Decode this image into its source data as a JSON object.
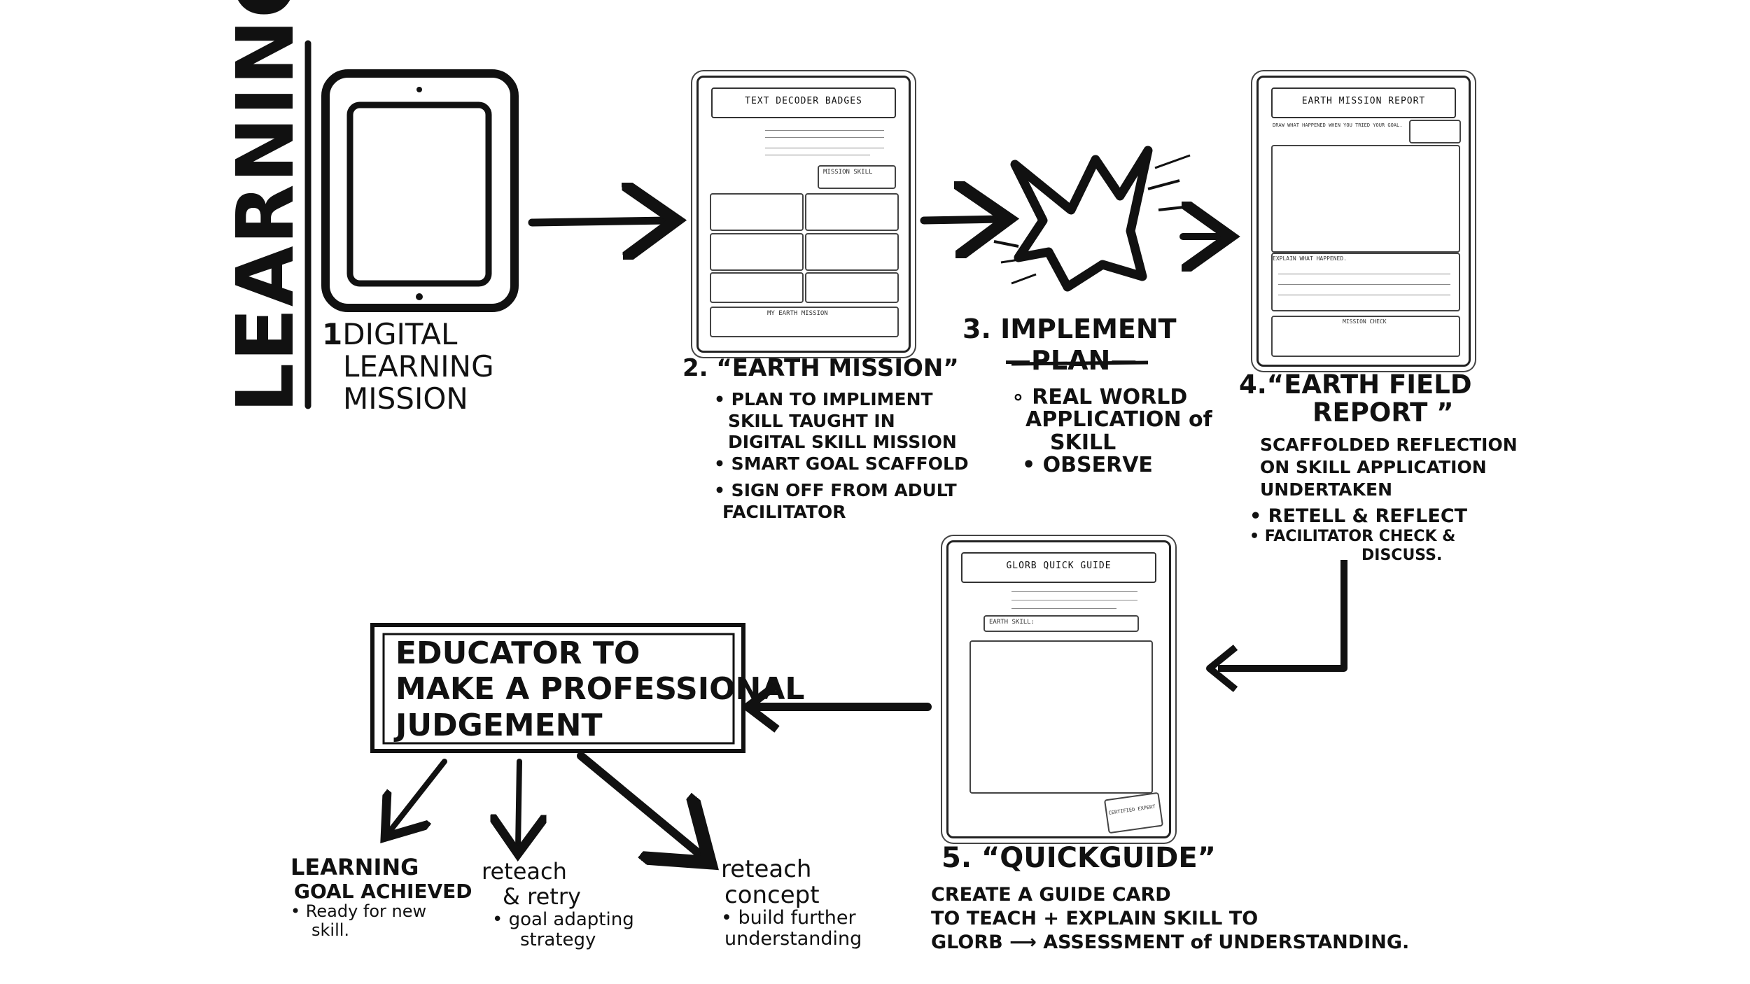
{
  "title": "LEARNING",
  "steps": {
    "step1": {
      "number": "1",
      "line1": "DIGITAL",
      "line2": "LEARNING",
      "line3": "MISSION"
    },
    "step2": {
      "title": "2. “EARTH MISSION”",
      "bullets": [
        "• PLAN TO IMPLIMENT",
        "SKILL TAUGHT IN",
        "DIGITAL SKILL MISSION",
        "• SMART GOAL SCAFFOLD",
        "• SIGN OFF FROM ADULT",
        "FACILITATOR"
      ],
      "doc": {
        "header": "TEXT DECODER BADGES",
        "mission_skill": "MISSION SKILL",
        "my_mission": "MY EARTH MISSION"
      }
    },
    "step3": {
      "title_line1": "3. IMPLEMENT",
      "title_line2": "—PLAN—",
      "bullets": [
        "∘ REAL WORLD",
        "APPLICATION of",
        "SKILL",
        "• OBSERVE"
      ]
    },
    "step4": {
      "title_line1": "4.“EARTH FIELD",
      "title_line2": "REPORT ”",
      "desc": [
        "SCAFFOLDED REFLECTION",
        "ON SKILL APPLICATION",
        "UNDERTAKEN"
      ],
      "bullets": [
        "• RETELL & REFLECT",
        "• FACILITATOR CHECK &",
        "DISCUSS."
      ],
      "doc": {
        "header": "EARTH MISSION REPORT",
        "draw": "DRAW WHAT HAPPENED WHEN YOU TRIED YOUR GOAL.",
        "explain": "EXPLAIN WHAT HAPPENED.",
        "review": "MISSION CHECK"
      }
    },
    "step5": {
      "title": "5. “QUICKGUIDE”",
      "desc": [
        "CREATE A GUIDE CARD",
        "TO TEACH + EXPLAIN SKILL TO",
        "GLORB ⟶ ASSESSMENT of UNDERSTANDING."
      ],
      "doc": {
        "header": "GLORB QUICK GUIDE",
        "earth_skill": "EARTH SKILL:",
        "stamp": "CERTIFIED EXPERT"
      }
    }
  },
  "judgement": {
    "line1": "EDUCATOR TO",
    "line2": "MAKE A PROFESSIONAL",
    "line3": "JUDGEMENT"
  },
  "outcomes": [
    {
      "title_line1": "LEARNING",
      "title_line2": "GOAL ACHIEVED",
      "sub_line1": "• Ready for new",
      "sub_line2": "skill."
    },
    {
      "title_line1": "reteach",
      "title_line2": "& retry",
      "sub_line1": "• goal adapting",
      "sub_line2": "strategy"
    },
    {
      "title_line1": "reteach",
      "title_line2": "concept",
      "sub_line1": "• build further",
      "sub_line2": "understanding"
    }
  ]
}
